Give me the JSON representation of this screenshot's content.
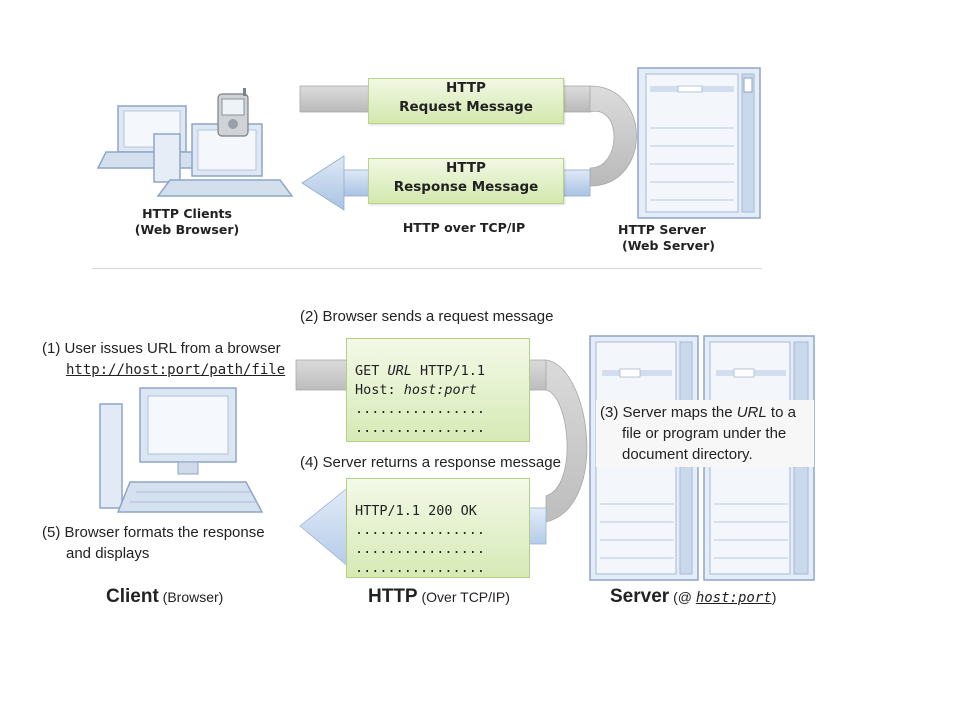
{
  "top": {
    "request_line1": "HTTP",
    "request_line2": "Request Message",
    "response_line1": "HTTP",
    "response_line2": "Response Message",
    "clients_line1": "HTTP Clients",
    "clients_line2": "(Web Browser)",
    "transport": "HTTP over TCP/IP",
    "server_line1": "HTTP Server",
    "server_line2": "(Web Server)"
  },
  "bottom": {
    "step1_line1": "(1) User issues URL from a browser",
    "step1_url": "http://host:port/path/file",
    "step2": "(2) Browser sends a request message",
    "request_line1_prefix": "GET ",
    "request_line1_url": "URL",
    "request_line1_suffix": " HTTP/1.1",
    "request_line2_prefix": "Host: ",
    "request_line2_value": "host:port",
    "request_dots": "................",
    "step3_line1_prefix": "(3) Server maps the ",
    "step3_line1_url": "URL",
    "step3_line1_suffix": " to a",
    "step3_line2": "file or program under the",
    "step3_line3": "document directory.",
    "step4": "(4) Server returns a response message",
    "response_line1": "HTTP/1.1 200 OK",
    "response_dots": "................",
    "step5_line1": "(5) Browser formats the response",
    "step5_line2": "and displays",
    "client_title": "Client",
    "client_sub": "(Browser)",
    "http_title": "HTTP",
    "http_sub": "(Over TCP/IP)",
    "server_title": "Server",
    "server_sub_prefix": "(@ ",
    "server_sub_value": "host:port",
    "server_sub_suffix": ")"
  },
  "colors": {
    "arrow_grey": "#c9c9c9",
    "arrow_blue": "#c8d9ef",
    "note_green": "#d6eab5",
    "server_blue": "#b8cde8"
  }
}
